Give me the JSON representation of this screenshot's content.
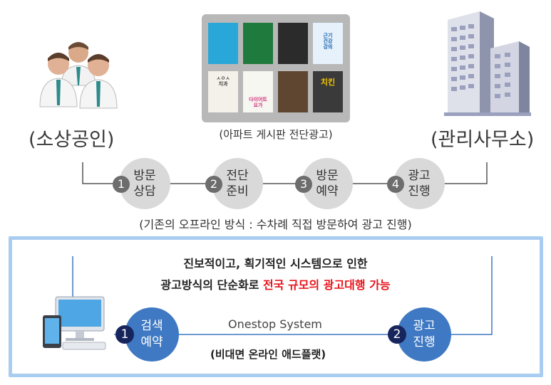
{
  "top": {
    "left_label": "(소상공인)",
    "right_label": "(관리사무소)",
    "board_caption": "(아파트 게시판 전단광고)",
    "posters": [
      {
        "color": "#2aa7d9",
        "text": ""
      },
      {
        "color": "#1f7a3e",
        "text": ""
      },
      {
        "color": "#2b2b2b",
        "text": ""
      },
      {
        "color": "#e6f1fb",
        "text": "근기\n건강\n강의"
      },
      {
        "color": "#f4f0ea",
        "text": "ㅅㅇㅅ\n치과"
      },
      {
        "color": "#f7f7f2",
        "text": "다이어트\n요가"
      },
      {
        "color": "#5e4630",
        "text": ""
      },
      {
        "color": "#3a3a3a",
        "text": "치킨"
      }
    ]
  },
  "offline_steps": [
    {
      "num": "1",
      "line1": "방문",
      "line2": "상담"
    },
    {
      "num": "2",
      "line1": "전단",
      "line2": "준비"
    },
    {
      "num": "3",
      "line1": "방문",
      "line2": "예약"
    },
    {
      "num": "4",
      "line1": "광고",
      "line2": "진행"
    }
  ],
  "offline_caption": "(기존의 오프라인 방식 : 수차례 직접 방문하여 광고 진행)",
  "online": {
    "headline_line1": "진보적이고, 획기적인 시스템으로 인한",
    "headline_line2_prefix": "광고방식의 단순화로 ",
    "headline_line2_highlight": "전국 규모의 광고대행 가능",
    "steps": [
      {
        "num": "1",
        "line1": "검색",
        "line2": "예약"
      },
      {
        "num": "2",
        "line1": "광고",
        "line2": "진행"
      }
    ],
    "system_label": "Onestop System",
    "platform_label": "(비대면 온라인 애드플랫)"
  },
  "colors": {
    "accent_blue": "#3f79c3",
    "dark_navy": "#17255d",
    "panel_border": "#a9cdf1",
    "highlight_red": "#e8141c",
    "step_gray": "#d9d9d9"
  }
}
